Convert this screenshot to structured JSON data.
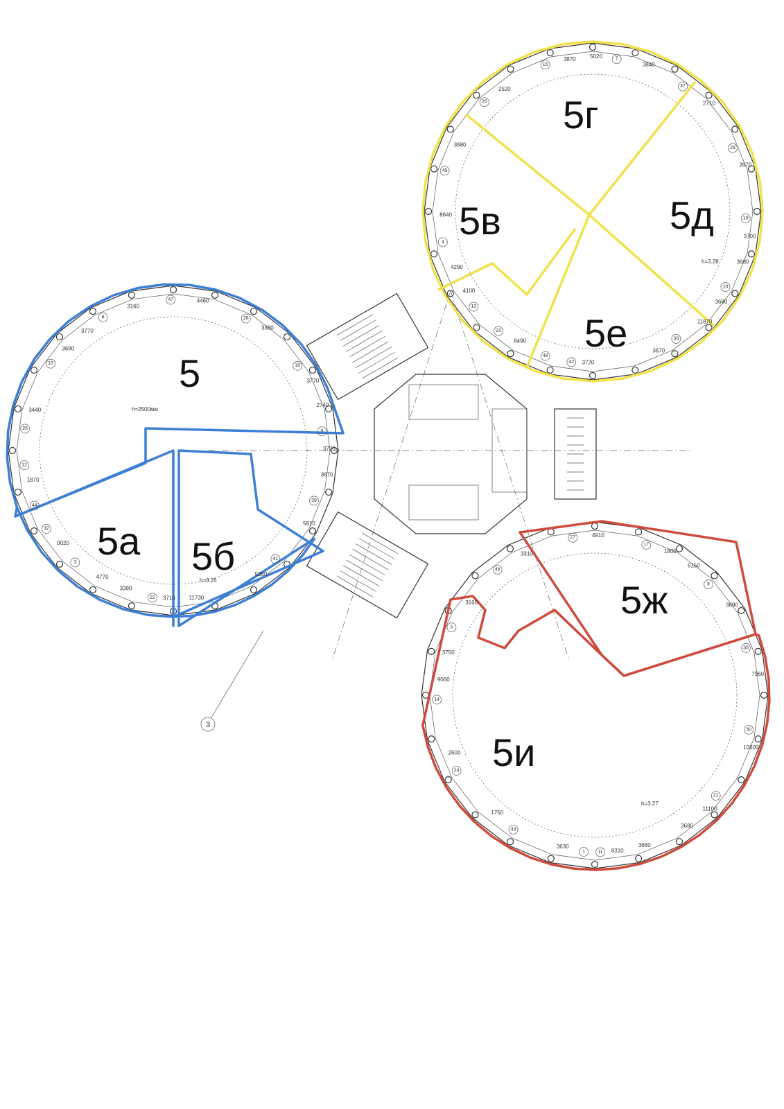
{
  "zones": [
    {
      "id": "5",
      "label": "5",
      "group": "blue"
    },
    {
      "id": "5a",
      "label": "5а",
      "group": "blue"
    },
    {
      "id": "5b",
      "label": "5б",
      "group": "blue"
    },
    {
      "id": "5v",
      "label": "5в",
      "group": "yellow"
    },
    {
      "id": "5g",
      "label": "5г",
      "group": "yellow"
    },
    {
      "id": "5d",
      "label": "5д",
      "group": "yellow"
    },
    {
      "id": "5e",
      "label": "5е",
      "group": "yellow"
    },
    {
      "id": "5zh",
      "label": "5ж",
      "group": "red"
    },
    {
      "id": "5i",
      "label": "5и",
      "group": "red"
    }
  ],
  "colors": {
    "blue": "#3d7fd6",
    "yellow": "#f0e24a",
    "red": "#d04a3c",
    "lines": "#333333"
  },
  "annotations": {
    "height_left": "h=2500мм",
    "height_left_b": "h=3.25",
    "height_top": "h=3.28",
    "height_bottom": "h=3.27",
    "axis_marker": "3"
  },
  "dimensions": [
    "3720",
    "3680",
    "3660",
    "3390",
    "4100",
    "9060",
    "3690",
    "3870",
    "1800",
    "3770",
    "3700",
    "11100",
    "11730",
    "8490",
    "2600",
    "3440",
    "2520",
    "4910",
    "3380",
    "2670",
    "10600",
    "5260",
    "3720",
    "1750",
    "1870",
    "3680",
    "3310",
    "4460",
    "2710",
    "7960",
    "5810",
    "3670",
    "3630",
    "9020",
    "8640",
    "3160",
    "3160",
    "3840",
    "3690",
    "3670",
    "11870",
    "8310",
    "4770",
    "4290",
    "3750",
    "3770",
    "5020",
    "5150",
    "2740",
    "3680",
    "3680",
    "3710"
  ],
  "rooms": [
    "41",
    "42",
    "43",
    "44",
    "45",
    "46",
    "47",
    "37",
    "38",
    "39",
    "33",
    "1",
    "3",
    "4",
    "5",
    "6",
    "7",
    "8",
    "9",
    "10",
    "11",
    "12",
    "13",
    "14",
    "15",
    "16",
    "17",
    "18",
    "19",
    "21",
    "22",
    "23",
    "24",
    "25",
    "26",
    "27",
    "28",
    "29",
    "30",
    "32",
    "48"
  ]
}
